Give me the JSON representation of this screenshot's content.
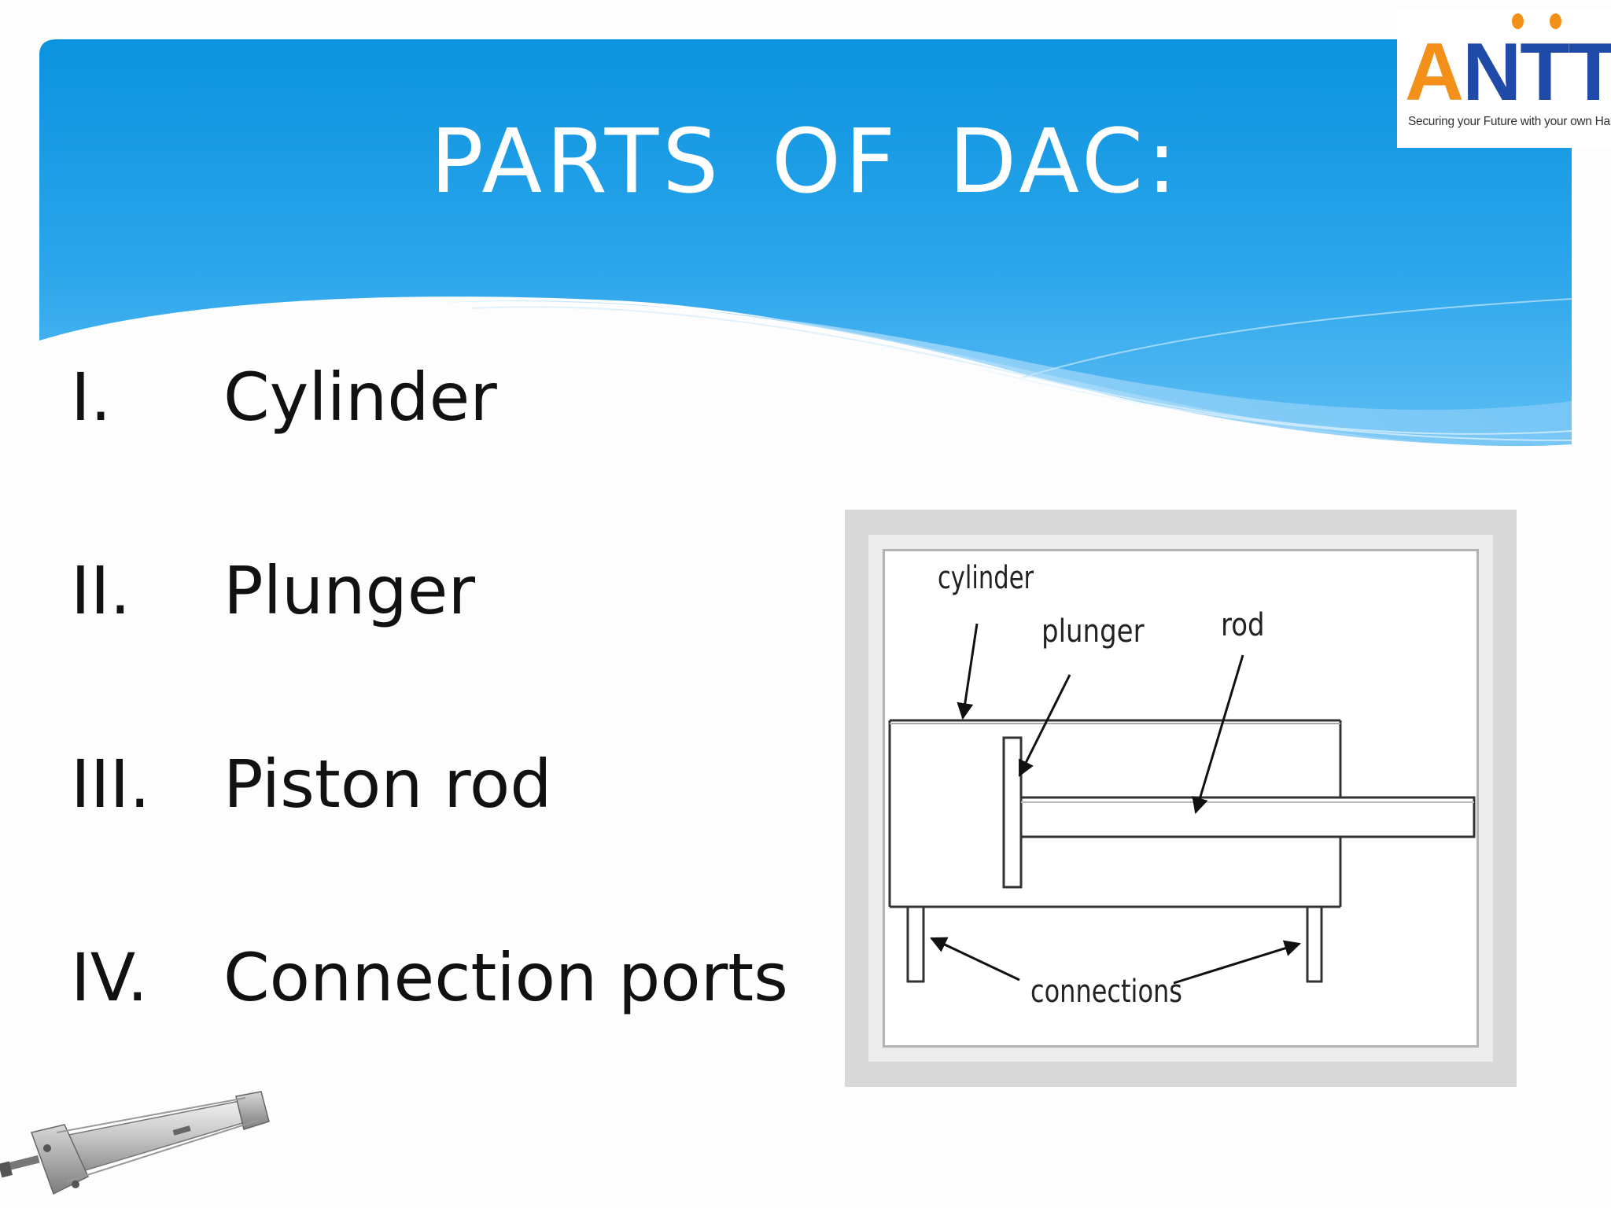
{
  "slide": {
    "title": "PARTS OF DAC:"
  },
  "logo": {
    "brand": "ANTTF",
    "brand_first": "A",
    "brand_rest": "NTTF",
    "tagline": "Securing your Future with your own Hands"
  },
  "parts": [
    {
      "numeral": "I.",
      "label": "Cylinder"
    },
    {
      "numeral": "II.",
      "label": "Plunger"
    },
    {
      "numeral": "III.",
      "label": "Piston rod"
    },
    {
      "numeral": "IV.",
      "label": "Connection ports"
    }
  ],
  "diagram": {
    "labels": {
      "cylinder": "cylinder",
      "plunger": "plunger",
      "rod": "rod",
      "connections": "connections"
    }
  },
  "colors": {
    "banner_top": "#0b93de",
    "banner_bottom": "#55baf3",
    "wave_light": "#9fd7fb",
    "logo_orange": "#f39019",
    "logo_blue": "#1f4aa8"
  }
}
